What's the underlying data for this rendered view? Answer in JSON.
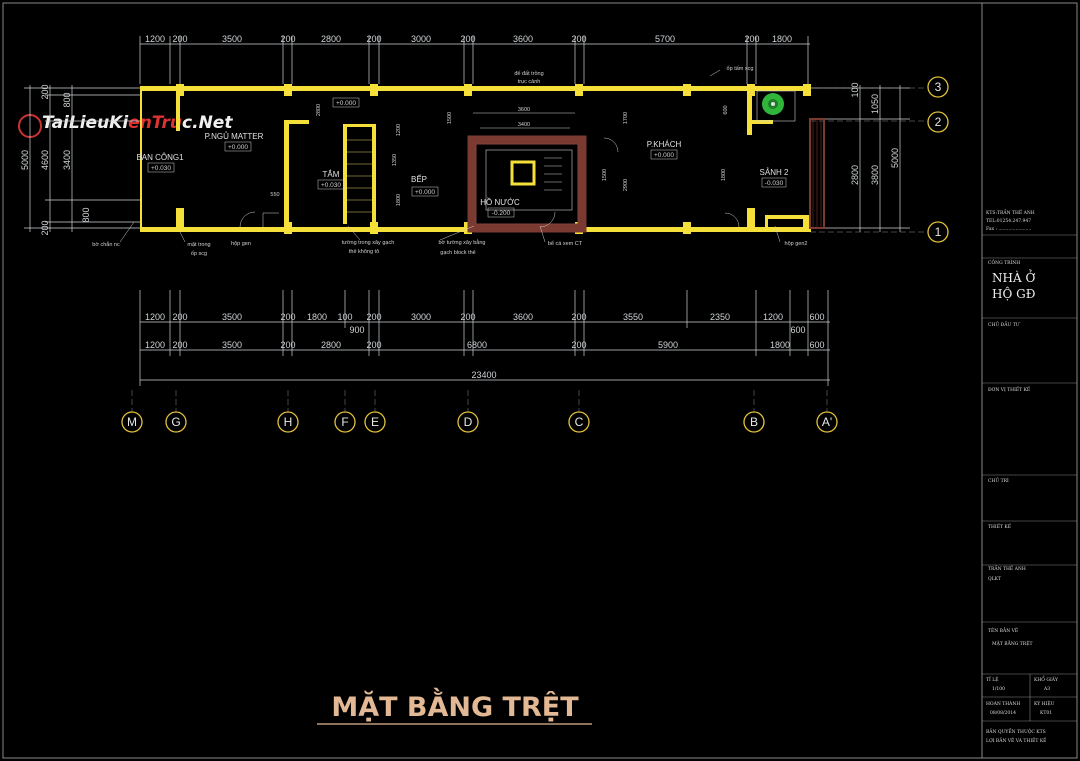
{
  "watermark": {
    "text": "TaiLieuKienTruc.Net"
  },
  "title": "MẶT BẰNG TRỆT",
  "top_dims": [
    "1200",
    "200",
    "3500",
    "200",
    "2800",
    "200",
    "3000",
    "200",
    "3600",
    "200",
    "5700",
    "200",
    "1800"
  ],
  "bottom_dims_row1": [
    "1200",
    "200",
    "3500",
    "200",
    "1800",
    "100",
    "200",
    "3000",
    "200",
    "3600",
    "200",
    "3550",
    "2350",
    "1200",
    "600"
  ],
  "bottom_dims_row1_extra": [
    "900",
    "600"
  ],
  "bottom_dims_row2": [
    "1200",
    "200",
    "3500",
    "200",
    "2800",
    "200",
    "6800",
    "200",
    "5900",
    "1800",
    "600"
  ],
  "total_dim": "23400",
  "left_dims": [
    "200",
    "800",
    "3400",
    "800",
    "200"
  ],
  "left_outer": "5000",
  "left_outer2": "4600",
  "right_dims": [
    "100",
    "1050",
    "2800",
    "3800",
    "5000"
  ],
  "grid_x_labels": [
    "M",
    "G",
    "H",
    "F",
    "E",
    "D",
    "C",
    "B",
    "A'"
  ],
  "grid_y_labels": [
    "3",
    "2",
    "1"
  ],
  "rooms": [
    {
      "name": "BAN CÔNG1",
      "level": "+0.030"
    },
    {
      "name": "P.NGỦ MATTER",
      "level": "+0.000"
    },
    {
      "name": "TẮM",
      "level": "+0.030"
    },
    {
      "name": "BẾP",
      "level": "+0.000"
    },
    {
      "name": "HỒ NƯỚC",
      "level": "-0.200"
    },
    {
      "name": "P.KHÁCH",
      "level": "+0.000"
    },
    {
      "name": "SẢNH 2",
      "level": "-0.030"
    }
  ],
  "stair_level": "+0.000",
  "inner_dims": [
    "3600",
    "3400",
    "1500",
    "1700",
    "2900",
    "1800",
    "600",
    "1200",
    "1800",
    "1500",
    "2800",
    "1350"
  ],
  "notes": {
    "de_dat": "đế đất trồng",
    "truc_canh": "trục cảnh",
    "op_tam": "ốp tấm scg",
    "bo_chan": "bờ chắn nc",
    "mat_trong": "mặt trong",
    "op_scg": "ốp scg",
    "hop_gen": "hộp gen",
    "tuong_trong": "tường trong xây gạch",
    "the_khong_to": "thẻ không tô",
    "bo_tuong": "bờ tường xây bằng",
    "gach_block": "gạch block thẻ",
    "be_ca": "bể cá xem CT",
    "hop_gen2": "hộp gen2",
    "n550": "550"
  },
  "title_block": {
    "architect": "KTS:TRẦN THẾ ANH",
    "tel": "TEL:01254.247.947",
    "fax": "Fax : .......................",
    "cong_trinh_label": "CÔNG TRÌNH",
    "project_line1": "NHÀ Ở",
    "project_line2": "HỘ GĐ",
    "chu_dau_tu": "CHỦ ĐẦU TƯ",
    "don_vi": "ĐƠN VỊ THIẾT KẾ",
    "chu_tri": "CHỦ TRÌ",
    "thiet_ke": "THIẾT KẾ",
    "designer": "TRẦN THẾ ANH",
    "qlkt": "QLKT",
    "ten_ban_ve": "TÊN BẢN VẼ",
    "sheet_name": "MẶT BẰNG TRỆT",
    "ti_le": "TỈ LỆ",
    "ti_le_val": "1/100",
    "kho_giay": "KHỔ GIẤY",
    "kho_giay_val": "A3",
    "ngay": "HOÀN THÀNH",
    "ngay_val": "08/08/2014",
    "ky_hieu": "KÝ HIỆU",
    "ky_hieu_val": "KT01",
    "footer_line1": "BẢN QUYỀN THUỘC KTS",
    "footer_line2": "LỢI BẢN VẼ VÀ THIẾT KẾ"
  },
  "colors": {
    "wall": "#f5e03a",
    "dim": "#cfd3d6",
    "hatch": "#7a3a32",
    "title": "#e2b895",
    "tree": "#2fb53a"
  }
}
